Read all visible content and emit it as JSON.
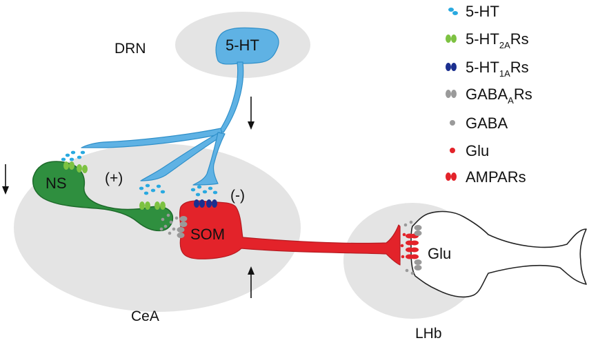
{
  "regions": {
    "drn": "DRN",
    "cea": "CeA",
    "lhb": "LHb"
  },
  "cells": {
    "serotonin_neuron": "5-HT",
    "ns_neuron": "NS",
    "som_neuron": "SOM",
    "lhb_neuron": "Glu"
  },
  "effects": {
    "excitatory": "(+)",
    "inhibitory": "(-)"
  },
  "legend": {
    "items": [
      {
        "main": "5-HT",
        "sub": "",
        "suffix": "",
        "icon": "serotonin-dots-icon",
        "color": "#29a9e0"
      },
      {
        "main": "5-HT",
        "sub": "2A",
        "suffix": "Rs",
        "icon": "receptor-5ht2a-icon",
        "color": "#7dc242"
      },
      {
        "main": "5-HT",
        "sub": "1A",
        "suffix": "Rs",
        "icon": "receptor-5ht1a-icon",
        "color": "#1b2f8f"
      },
      {
        "main": "GABA",
        "sub": "A",
        "suffix": "Rs",
        "icon": "receptor-gabaa-icon",
        "color": "#9a9a9a"
      },
      {
        "main": "GABA",
        "sub": "",
        "suffix": "",
        "icon": "gaba-dot-icon",
        "color": "#9a9a9a"
      },
      {
        "main": "Glu",
        "sub": "",
        "suffix": "",
        "icon": "glu-dot-icon",
        "color": "#e3232a"
      },
      {
        "main": "AMPARs",
        "sub": "",
        "suffix": "",
        "icon": "ampa-receptor-icon",
        "color": "#e3232a"
      }
    ]
  },
  "colors": {
    "region_fill": "#e4e4e4",
    "serotonin": "#5fb2e4",
    "serotonin_stroke": "#2e8fc9",
    "ns": "#2f8f3f",
    "som": "#e3232a",
    "gaba": "#9a9a9a"
  }
}
